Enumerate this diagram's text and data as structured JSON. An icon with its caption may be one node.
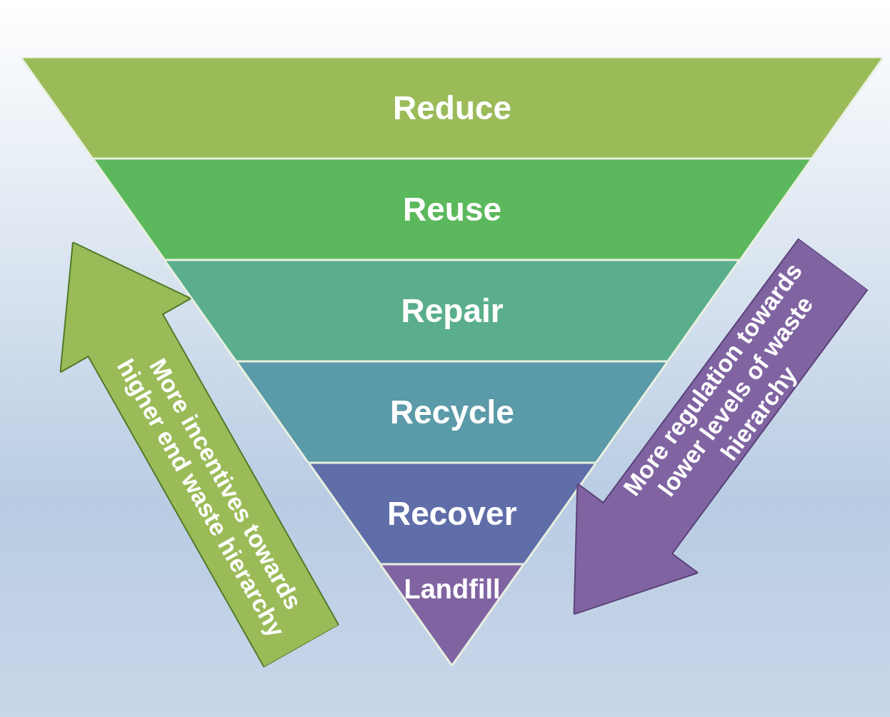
{
  "diagram": {
    "nodes": [
      {
        "text": [
          "Reduce"
        ]
      },
      {
        "text": [
          "Reuse"
        ]
      },
      {
        "text": [
          "Repair"
        ]
      },
      {
        "text": [
          "Recycle"
        ]
      },
      {
        "text": [
          "Recover"
        ]
      },
      {
        "text": [
          "Landfill"
        ]
      },
      {
        "text": [
          "More incentives towards higher end waste hierarchy"
        ]
      },
      {
        "text": [
          "More regulation towards lower levels of waste hierarchy"
        ]
      }
    ]
  }
}
